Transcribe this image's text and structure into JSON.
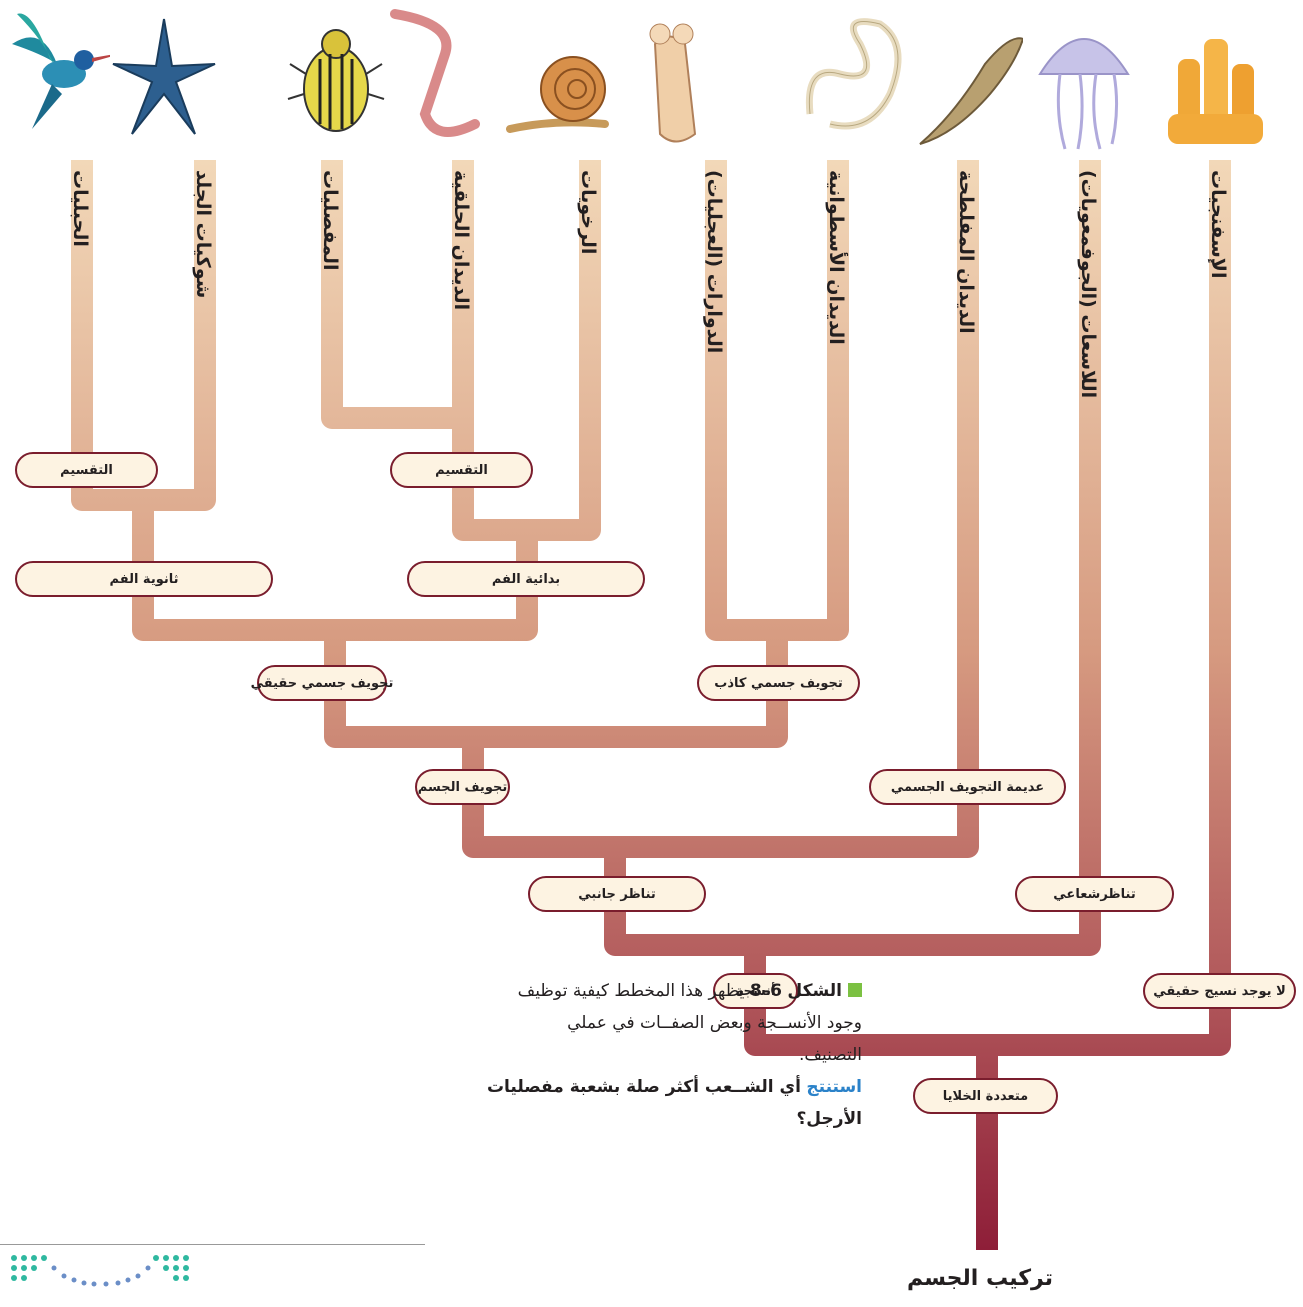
{
  "phyla": [
    "الحبليات",
    "شوكيات الجلد",
    "المفصليات",
    "الديدان الحلقية",
    "الرخويات",
    "الدوارات (العجليات)",
    "الديدان الأسطوانية",
    "الديدان المفلطحة",
    "اللاسعات (الجوفمعويات)",
    "الإسفنجيات"
  ],
  "nodes": {
    "segmentation_left": "التقسيم",
    "segmentation_right": "التقسيم",
    "deuterostome": "ثانوية الفم",
    "protostome": "بدائية الفم",
    "coelomate": "تجويف جسمي حقيقي",
    "pseudocoelomate": "تجويف جسمي كاذب",
    "body_cavity": "تجويف الجسم",
    "acoelomate": "عديمة التجويف الجسمي",
    "bilateral": "تناظر جانبي",
    "radial": "تناظرشعاعي",
    "tissues": "أنسجة",
    "no_tissues": "لا يوجد نسيج حقيقي",
    "multicellular": "متعددة الخلايا"
  },
  "root_label": "تركيب الجسم",
  "caption": {
    "figure_label": "الشكل",
    "figure_number": "6–8",
    "line1": "يظهر هذا المخطط كيفية توظيف",
    "line2": "وجود الأنســجة وبعض الصفــات في عملي",
    "line3": "التصنيف.",
    "infer_word": "استنتج",
    "question": "أي الشــعب أكثر صلة بشعبة مفصليات",
    "question_end": "الأرجل؟"
  },
  "colors": {
    "branch_top": "#eecdaa",
    "branch_bottom": "#8e1e38",
    "node_border": "#7a1d2d",
    "node_fill": "#fdf3e2",
    "infer": "#2b82c9",
    "caption_square": "#7cc142"
  }
}
